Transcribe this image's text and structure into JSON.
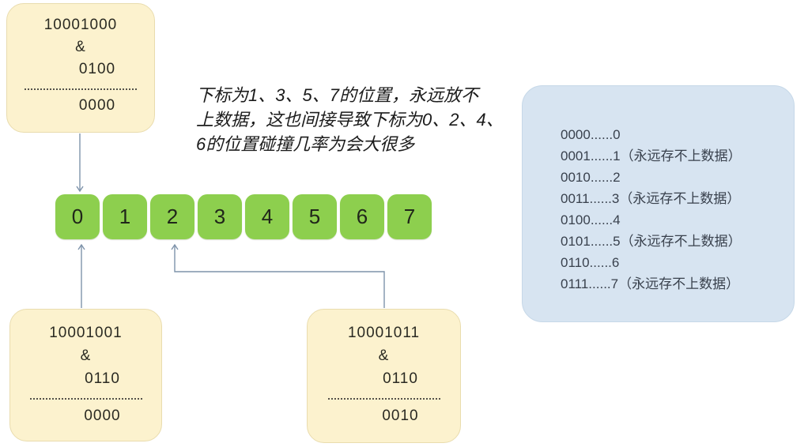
{
  "note": {
    "line1": "下标为1、3、5、7的位置，永远放不",
    "line2": "上数据，这也间接导致下标为0、2、4、",
    "line3": "6的位置碰撞几率为会大很多"
  },
  "array": {
    "cells": [
      "0",
      "1",
      "2",
      "3",
      "4",
      "5",
      "6",
      "7"
    ]
  },
  "boxes": {
    "top_left": {
      "operand1": "10001000",
      "operator": "&",
      "operand2": "0100",
      "result": "0000"
    },
    "bottom_left": {
      "operand1": "10001001",
      "operator": "&",
      "operand2": "0110",
      "result": "0000"
    },
    "bottom_mid": {
      "operand1": "10001011",
      "operator": "&",
      "operand2": "0110",
      "result": "0010"
    }
  },
  "legend": {
    "lines": [
      "0000......0",
      "0001......1（永远存不上数据）",
      "0010......2",
      "0011......3（永远存不上数据）",
      "0100......4",
      "0101......5（永远存不上数据）",
      "0110......6",
      "0111......7（永远存不上数据）"
    ]
  },
  "colors": {
    "calc_box_fill": "#fcf2ce",
    "calc_box_border": "#e9dcae",
    "bucket_fill": "#8dcf4e",
    "legend_fill": "#d7e4f1",
    "legend_border": "#c6d8e8",
    "arrow": "#7e93aa",
    "text": "#1b1b1b"
  }
}
